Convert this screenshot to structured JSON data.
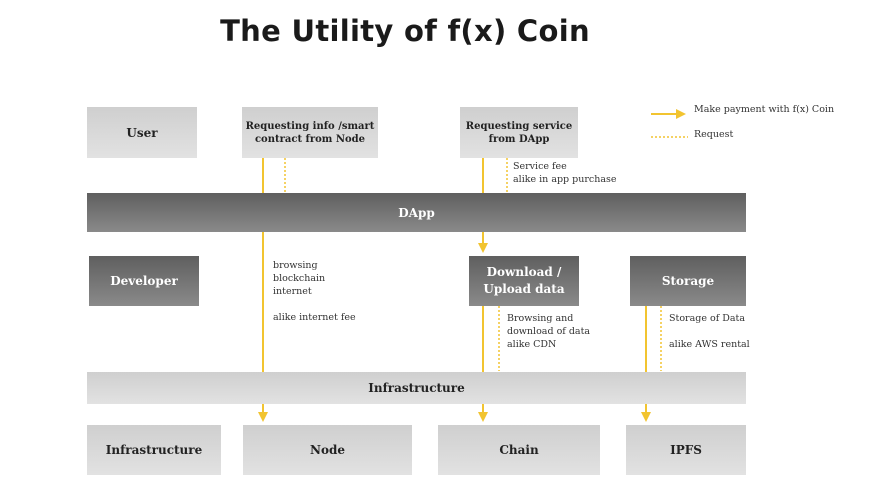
{
  "title": "The Utility of f(x) Coin",
  "legend": {
    "payment": "Make payment with f(x) Coin",
    "request": "Request"
  },
  "boxes": {
    "user": "User",
    "requesting_info_line1": "Requesting info /smart",
    "requesting_info_line2": "contract from Node",
    "requesting_service_line1": "Requesting service",
    "requesting_service_line2": "from DApp",
    "dapp": "DApp",
    "developer": "Developer",
    "download_line1": "Download /",
    "download_line2": "Upload data",
    "storage": "Storage",
    "infrastructure_bar": "Infrastructure",
    "infrastructure": "Infrastructure",
    "node": "Node",
    "chain": "Chain",
    "ipfs": "IPFS"
  },
  "notes": {
    "service_fee_line1": "Service fee",
    "service_fee_line2": "alike in app purchase",
    "browsing_line1": "browsing",
    "browsing_line2": "blockchain",
    "browsing_line3": "internet",
    "browsing_line4": "alike internet fee",
    "cdn_line1": "Browsing and",
    "cdn_line2": "download of data",
    "cdn_line3": "alike CDN",
    "storage_line1": "Storage of Data",
    "storage_line2": "alike AWS rental"
  },
  "colors": {
    "arrow": "#f2c430",
    "light_box": "#d8d8d8",
    "dark_box": "#6e6e6e"
  }
}
